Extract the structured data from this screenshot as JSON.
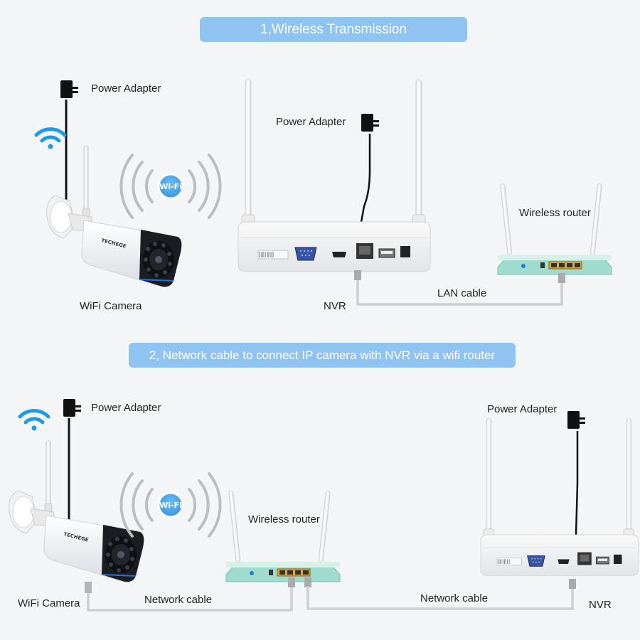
{
  "sections": [
    {
      "title": "1,Wireless Transmission"
    },
    {
      "title": "2, Network cable to connect IP camera with NVR via a wifi router"
    }
  ],
  "labels": {
    "s1_camera_power": "Power Adapter",
    "s1_camera": "WiFi Camera",
    "s1_nvr_power": "Power Adapter",
    "s1_nvr": "NVR",
    "s1_router": "Wireless router",
    "s1_lan_cable": "LAN cable",
    "s2_camera_power": "Power Adapter",
    "s2_camera": "WiFi Camera",
    "s2_router": "Wireless router",
    "s2_cable_left": "Network cable",
    "s2_cable_right": "Network cable",
    "s2_nvr_power": "Power Adapter",
    "s2_nvr": "NVR"
  },
  "badges": {
    "wifi": "Wi-Fi"
  },
  "brand": "TECHEGE",
  "colors": {
    "banner": "#8ec3f2",
    "wifi_symbol": "#1e9be6",
    "router_body": "#8fd3c4",
    "cable": "#c8c8c8"
  }
}
